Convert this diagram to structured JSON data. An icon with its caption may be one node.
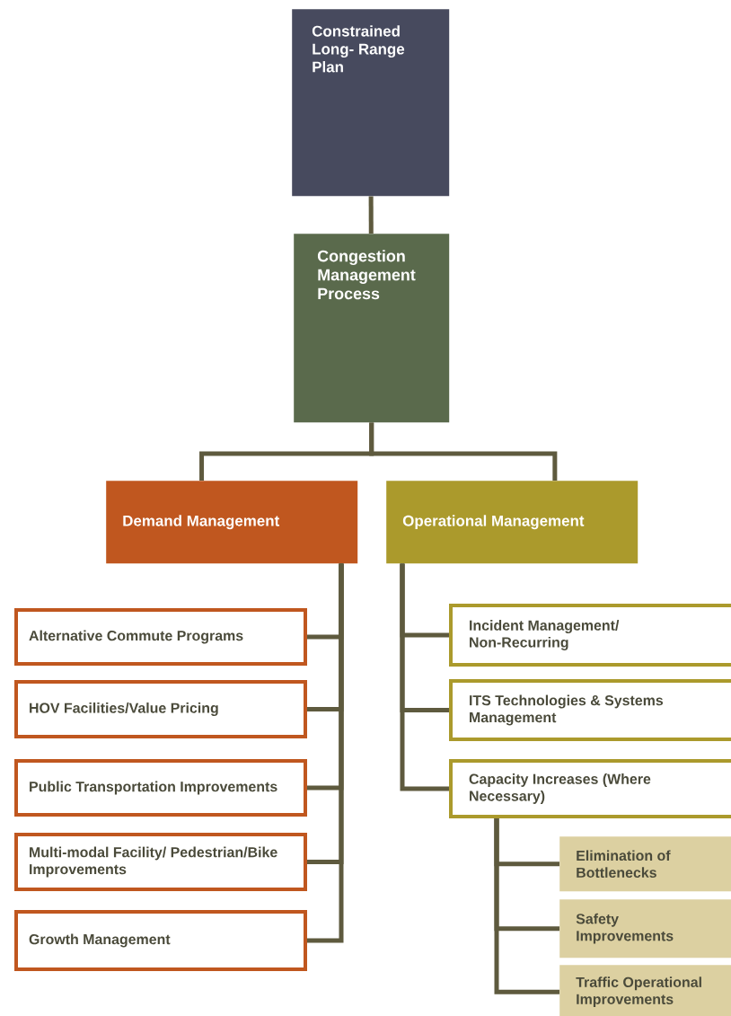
{
  "diagram": {
    "nodes": [
      {
        "text": [
          "Constrained Long- Range Plan"
        ]
      },
      {
        "text": [
          "Congestion Management Process"
        ]
      },
      {
        "text": [
          "Demand Management"
        ]
      },
      {
        "text": [
          "Operational Management"
        ]
      },
      {
        "text": [
          "Alternative Commute Programs"
        ]
      },
      {
        "text": [
          "HOV Facilities/Value Pricing"
        ]
      },
      {
        "text": [
          "Public Transportation Improvements"
        ]
      },
      {
        "text": [
          "Multi-modal Facility/ Pedestrian/Bike Improvements"
        ]
      },
      {
        "text": [
          "Growth Management"
        ]
      },
      {
        "text": [
          "Incident Management/ Non-Recurring"
        ]
      },
      {
        "text": [
          "ITS Technologies & Systems Management"
        ]
      },
      {
        "text": [
          "Capacity Increases (Where Necessary)"
        ]
      },
      {
        "text": [
          "Elimination of Bottlenecks"
        ]
      },
      {
        "text": [
          "Safety Improvements"
        ]
      },
      {
        "text": [
          "Traffic Operational Improvements"
        ]
      }
    ],
    "edges": [
      {
        "from": 0,
        "to": 1,
        "arrow": "none"
      },
      {
        "from": 1,
        "to": 2,
        "arrow": "none"
      },
      {
        "from": 1,
        "to": 3,
        "arrow": "none"
      },
      {
        "from": 2,
        "to": 4,
        "arrow": "none"
      },
      {
        "from": 2,
        "to": 5,
        "arrow": "none"
      },
      {
        "from": 2,
        "to": 6,
        "arrow": "none"
      },
      {
        "from": 2,
        "to": 7,
        "arrow": "none"
      },
      {
        "from": 2,
        "to": 8,
        "arrow": "none"
      },
      {
        "from": 3,
        "to": 9,
        "arrow": "none"
      },
      {
        "from": 3,
        "to": 10,
        "arrow": "none"
      },
      {
        "from": 3,
        "to": 11,
        "arrow": "none"
      },
      {
        "from": 11,
        "to": 12,
        "arrow": "none"
      },
      {
        "from": 11,
        "to": 13,
        "arrow": "none"
      },
      {
        "from": 11,
        "to": 14,
        "arrow": "none"
      }
    ]
  }
}
